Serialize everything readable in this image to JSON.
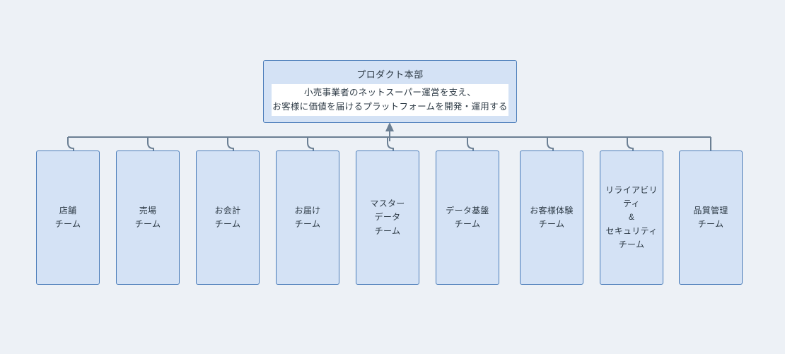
{
  "diagram": {
    "type": "organization-chart",
    "background_color": "#edf1f6",
    "node_fill_color": "#d4e2f5",
    "node_border_color": "#4a7cb9",
    "connector_color": "#6b7f93",
    "text_color": "#2d3a45",
    "inner_panel_color": "#ffffff"
  },
  "root": {
    "title": "プロダクト本部",
    "mission": "小売事業者のネットスーパー運営を支え、\nお客様に価値を届けるプラットフォームを開発・運用する"
  },
  "teams": [
    {
      "label": "店舗\nチーム"
    },
    {
      "label": "売場\nチーム"
    },
    {
      "label": "お会計\nチーム"
    },
    {
      "label": "お届け\nチーム"
    },
    {
      "label": "マスター\nデータ\nチーム"
    },
    {
      "label": "データ基盤\nチーム"
    },
    {
      "label": "お客様体験\nチーム"
    },
    {
      "label": "リライアビリ\nティ\n&\nセキュリティ\nチーム"
    },
    {
      "label": "品質管理\nチーム"
    }
  ]
}
